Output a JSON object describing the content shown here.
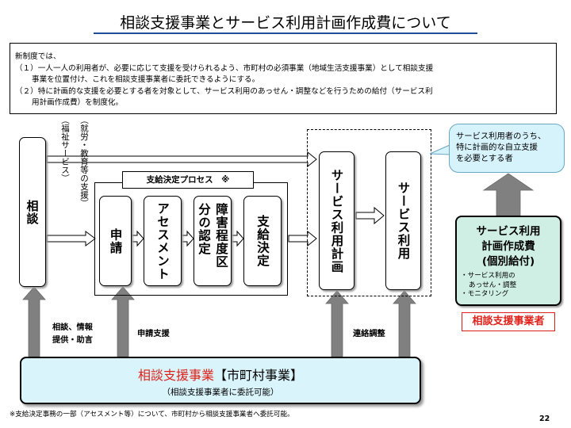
{
  "title": "相談支援事業とサービス利用計画作成費について",
  "intro": {
    "line1": "新制度では、",
    "line2": "（１）一人一人の利用者が、必要に応じて支援を受けられるよう、市町村の必須事業（地域生活支援事業）として相談支援",
    "line3": "事業を位置付け、これを相談支援事業者に委託できるようにする。",
    "line4": "（２）特に計画的な支援を必要とする者を対象として、サービス利用のあっせん・調整などを行うための給付（サービス利",
    "line5": "用計画作成費）を制度化。"
  },
  "consult_box": "相談",
  "side_note": {
    "top": "（就労・教育等の支援）",
    "bottom": "（福祉サービス）"
  },
  "process": {
    "label": "支給決定プロセス　※",
    "steps": [
      "申請",
      "アセスメント",
      "障害程度区分の認定",
      "支給決定"
    ]
  },
  "service_plan": "サービス利用計画",
  "service_use": "サービス利用",
  "callout": {
    "line1": "サービス利用者のうち、",
    "line2": "特に計画的な自立支援",
    "line3": "を必要とする者"
  },
  "plan_cost": {
    "line1": "サービス利用",
    "line2": "計画作成費",
    "line3": "(個別給付)",
    "items": [
      "・サービス利用の",
      "あっせん・調整",
      "・モニタリング"
    ]
  },
  "operator": "相談支援事業者",
  "labels": {
    "info_line1": "相談、情報",
    "info_line2": "提供・助言",
    "application": "申請支援",
    "coordination": "連絡調整"
  },
  "main_box": {
    "red": "相談支援事業",
    "black": "【市町村事業】",
    "sub": "（相談支援事業者に委託可能）"
  },
  "footnote": "※支給決定事務の一部（アセスメント等）について、市町村から相談支援事業者へ委託可能。",
  "page_number": "22",
  "colors": {
    "accent_red": "#e0211a",
    "main_box_fill": "#d9f4fb",
    "plan_box_fill": "#cfefe4",
    "callout_fill": "#d6f2fb",
    "arrow_gray": "#808080",
    "title_rule": "#1f4e99"
  }
}
